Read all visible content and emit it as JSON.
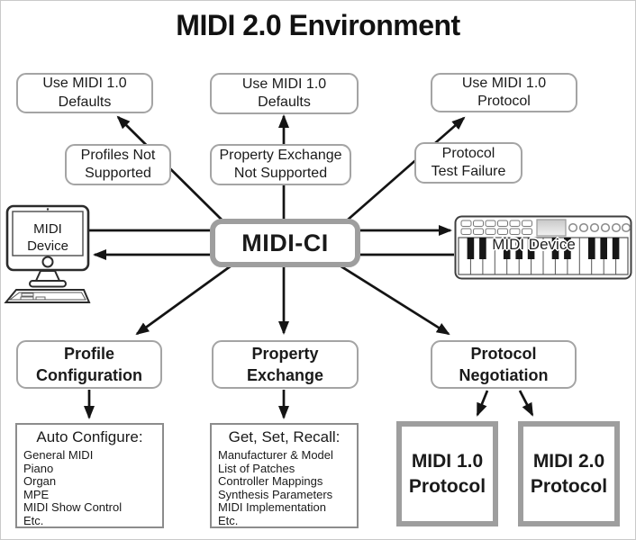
{
  "title": "MIDI 2.0 Environment",
  "colors": {
    "background": "#ffffff",
    "box_border": "#a4a4a4",
    "thick_border": "#9e9e9e",
    "detail_border": "#8c8c8c",
    "line": "#141414",
    "text": "#1a1a1a"
  },
  "icons": {
    "left_device": "desktop-computer-icon",
    "right_device": "midi-keyboard-icon"
  },
  "outcomes": [
    {
      "line1": "Use MIDI 1.0",
      "line2": "Defaults"
    },
    {
      "line1": "Use MIDI 1.0",
      "line2": "Defaults"
    },
    {
      "line1": "Use MIDI 1.0",
      "line2": "Protocol"
    }
  ],
  "failures": [
    {
      "line1": "Profiles Not",
      "line2": "Supported"
    },
    {
      "line1": "Property Exchange",
      "line2": "Not Supported"
    },
    {
      "line1": "Protocol",
      "line2": "Test Failure"
    }
  ],
  "hub": {
    "label": "MIDI-CI"
  },
  "devices": {
    "left": {
      "line1": "MIDI",
      "line2": "Device"
    },
    "right": {
      "label": "MIDI Device"
    }
  },
  "functions": [
    {
      "line1": "Profile",
      "line2": "Configuration"
    },
    {
      "line1": "Property",
      "line2": "Exchange"
    },
    {
      "line1": "Protocol",
      "line2": "Negotiation"
    }
  ],
  "details": [
    {
      "header": "Auto Configure:",
      "items": [
        "General MIDI",
        "Piano",
        "Organ",
        "MPE",
        "MIDI Show Control",
        "Etc."
      ]
    },
    {
      "header": "Get, Set, Recall:",
      "items": [
        "Manufacturer & Model",
        "List of Patches",
        "Controller Mappings",
        "Synthesis Parameters",
        "MIDI Implementation",
        "Etc."
      ]
    }
  ],
  "protocols": [
    {
      "line1": "MIDI 1.0",
      "line2": "Protocol"
    },
    {
      "line1": "MIDI 2.0",
      "line2": "Protocol"
    }
  ]
}
